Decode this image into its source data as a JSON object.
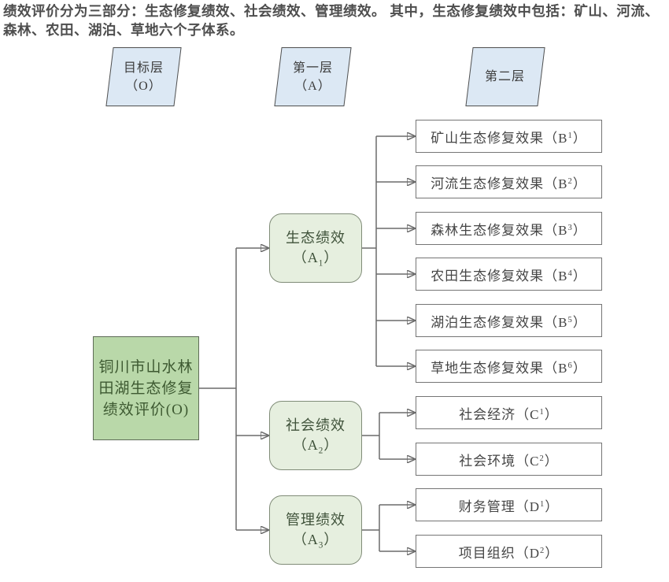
{
  "intro": {
    "text": "绩效评价分为三部分：生态修复绩效、社会绩效、管理绩效。 其中，生态修复绩效中包括：矿山、河流、森林、农田、湖泊、草地六个子体系。"
  },
  "layer_labels": [
    {
      "line1": "目标层",
      "line2": "（O）"
    },
    {
      "line1": "第一层",
      "line2": "（A）"
    },
    {
      "line1": "第二层",
      "line2": ""
    }
  ],
  "root": {
    "line1": "铜川市山水林",
    "line2": "田湖生态修复",
    "line3": "绩效评价(O)"
  },
  "level1": [
    {
      "title": "生态绩效",
      "code_open": "（A",
      "code_sub": "1",
      "code_close": "）"
    },
    {
      "title": "社会绩效",
      "code_open": "（A",
      "code_sub": "2",
      "code_close": "）"
    },
    {
      "title": "管理绩效",
      "code_open": "（A",
      "code_sub": "3",
      "code_close": "）"
    }
  ],
  "level2": [
    {
      "label": "矿山生态修复效果（B",
      "sub": "1",
      "close": "）"
    },
    {
      "label": "河流生态修复效果（B",
      "sub": "2",
      "close": "）"
    },
    {
      "label": "森林生态修复效果（B",
      "sub": "3",
      "close": "）"
    },
    {
      "label": "农田生态修复效果（B",
      "sub": "4",
      "close": "）"
    },
    {
      "label": "湖泊生态修复效果（B",
      "sub": "5",
      "close": "）"
    },
    {
      "label": "草地生态修复效果（B",
      "sub": "6",
      "close": "）"
    },
    {
      "label": "社会经济（C",
      "sub": "1",
      "close": "）"
    },
    {
      "label": "社会环境（C",
      "sub": "2",
      "close": "）"
    },
    {
      "label": "财务管理（D",
      "sub": "1",
      "close": "）"
    },
    {
      "label": "项目组织（D",
      "sub": "2",
      "close": "）"
    }
  ],
  "colors": {
    "root_fill": "#b9d8a9",
    "level1_fill": "#e6efdf",
    "layer_fill": "#dce8f4",
    "leaf_fill": "#ffffff",
    "line": "#6b6b6b",
    "arrowhead": "#111111",
    "intro_text": "#4e4e4e"
  }
}
